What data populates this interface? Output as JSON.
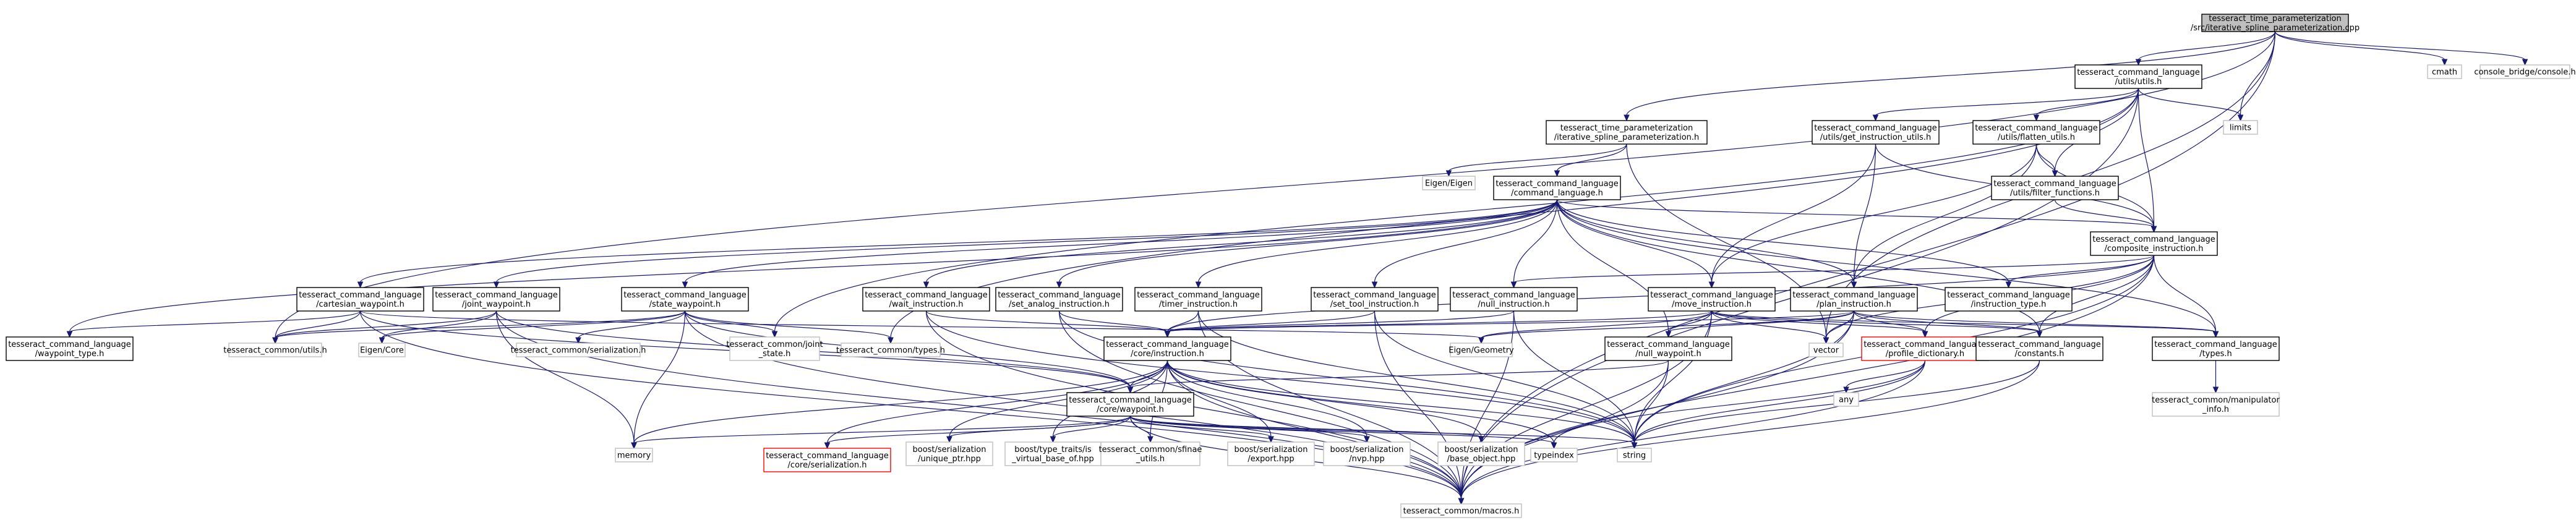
{
  "nodes": [
    {
      "id": "root",
      "lines": [
        "tesseract_time_parameterization",
        "/src/iterative_spline_parameterization.cpp"
      ],
      "style": "root"
    },
    {
      "id": "utils",
      "lines": [
        "tesseract_command_language",
        "/utils/utils.h"
      ],
      "style": "normal"
    },
    {
      "id": "cmath",
      "lines": [
        "cmath"
      ],
      "style": "ext"
    },
    {
      "id": "console",
      "lines": [
        "console_bridge/console.h"
      ],
      "style": "ext"
    },
    {
      "id": "isp",
      "lines": [
        "tesseract_time_parameterization",
        "/iterative_spline_parameterization.h"
      ],
      "style": "normal"
    },
    {
      "id": "get_instr",
      "lines": [
        "tesseract_command_language",
        "/utils/get_instruction_utils.h"
      ],
      "style": "normal"
    },
    {
      "id": "flatten",
      "lines": [
        "tesseract_command_language",
        "/utils/flatten_utils.h"
      ],
      "style": "normal"
    },
    {
      "id": "limits",
      "lines": [
        "limits"
      ],
      "style": "ext"
    },
    {
      "id": "filter",
      "lines": [
        "tesseract_command_language",
        "/utils/filter_functions.h"
      ],
      "style": "normal"
    },
    {
      "id": "eigen",
      "lines": [
        "Eigen/Eigen"
      ],
      "style": "ext"
    },
    {
      "id": "cmdlang",
      "lines": [
        "tesseract_command_language",
        "/command_language.h"
      ],
      "style": "normal"
    },
    {
      "id": "composite",
      "lines": [
        "tesseract_command_language",
        "/composite_instruction.h"
      ],
      "style": "normal"
    },
    {
      "id": "cartesian",
      "lines": [
        "tesseract_command_language",
        "/cartesian_waypoint.h"
      ],
      "style": "normal"
    },
    {
      "id": "joint",
      "lines": [
        "tesseract_command_language",
        "/joint_waypoint.h"
      ],
      "style": "normal"
    },
    {
      "id": "state",
      "lines": [
        "tesseract_command_language",
        "/state_waypoint.h"
      ],
      "style": "normal"
    },
    {
      "id": "wait",
      "lines": [
        "tesseract_command_language",
        "/wait_instruction.h"
      ],
      "style": "normal"
    },
    {
      "id": "set_analog",
      "lines": [
        "tesseract_command_language",
        "/set_analog_instruction.h"
      ],
      "style": "normal"
    },
    {
      "id": "timer",
      "lines": [
        "tesseract_command_language",
        "/timer_instruction.h"
      ],
      "style": "normal"
    },
    {
      "id": "set_tool",
      "lines": [
        "tesseract_command_language",
        "/set_tool_instruction.h"
      ],
      "style": "normal"
    },
    {
      "id": "null_instr",
      "lines": [
        "tesseract_command_language",
        "/null_instruction.h"
      ],
      "style": "normal"
    },
    {
      "id": "move",
      "lines": [
        "tesseract_command_language",
        "/move_instruction.h"
      ],
      "style": "normal"
    },
    {
      "id": "plan",
      "lines": [
        "tesseract_command_language",
        "/plan_instruction.h"
      ],
      "style": "normal"
    },
    {
      "id": "instr_type",
      "lines": [
        "tesseract_command_language",
        "/instruction_type.h"
      ],
      "style": "normal"
    },
    {
      "id": "waypoint_type",
      "lines": [
        "tesseract_command_language",
        "/waypoint_type.h"
      ],
      "style": "normal"
    },
    {
      "id": "common_utils",
      "lines": [
        "tesseract_common/utils.h"
      ],
      "style": "ext"
    },
    {
      "id": "eigen_core",
      "lines": [
        "Eigen/Core"
      ],
      "style": "ext"
    },
    {
      "id": "common_serial",
      "lines": [
        "tesseract_common/serialization.h"
      ],
      "style": "ext"
    },
    {
      "id": "joint_state",
      "lines": [
        "tesseract_common/joint",
        "_state.h"
      ],
      "style": "ext"
    },
    {
      "id": "common_types",
      "lines": [
        "tesseract_common/types.h"
      ],
      "style": "ext"
    },
    {
      "id": "core_instr",
      "lines": [
        "tesseract_command_language",
        "/core/instruction.h"
      ],
      "style": "normal"
    },
    {
      "id": "eigen_geom",
      "lines": [
        "Eigen/Geometry"
      ],
      "style": "ext"
    },
    {
      "id": "null_wp",
      "lines": [
        "tesseract_command_language",
        "/null_waypoint.h"
      ],
      "style": "normal"
    },
    {
      "id": "vector",
      "lines": [
        "vector"
      ],
      "style": "ext"
    },
    {
      "id": "profile",
      "lines": [
        "tesseract_command_language",
        "/profile_dictionary.h"
      ],
      "style": "red"
    },
    {
      "id": "constants",
      "lines": [
        "tesseract_command_language",
        "/constants.h"
      ],
      "style": "normal"
    },
    {
      "id": "types",
      "lines": [
        "tesseract_command_language",
        "/types.h"
      ],
      "style": "normal"
    },
    {
      "id": "manip",
      "lines": [
        "tesseract_common/manipulator",
        "_info.h"
      ],
      "style": "ext"
    },
    {
      "id": "any",
      "lines": [
        "any"
      ],
      "style": "ext"
    },
    {
      "id": "core_wp",
      "lines": [
        "tesseract_command_language",
        "/core/waypoint.h"
      ],
      "style": "normal"
    },
    {
      "id": "typeindex",
      "lines": [
        "typeindex"
      ],
      "style": "ext"
    },
    {
      "id": "memory",
      "lines": [
        "memory"
      ],
      "style": "ext"
    },
    {
      "id": "core_serial",
      "lines": [
        "tesseract_command_language",
        "/core/serialization.h"
      ],
      "style": "red"
    },
    {
      "id": "unique_ptr",
      "lines": [
        "boost/serialization",
        "/unique_ptr.hpp"
      ],
      "style": "ext"
    },
    {
      "id": "type_traits",
      "lines": [
        "boost/type_traits/is",
        "_virtual_base_of.hpp"
      ],
      "style": "ext"
    },
    {
      "id": "sfinae",
      "lines": [
        "tesseract_common/sfinae",
        "_utils.h"
      ],
      "style": "ext"
    },
    {
      "id": "export",
      "lines": [
        "boost/serialization",
        "/export.hpp"
      ],
      "style": "ext"
    },
    {
      "id": "nvp",
      "lines": [
        "boost/serialization",
        "/nvp.hpp"
      ],
      "style": "ext"
    },
    {
      "id": "base_object",
      "lines": [
        "boost/serialization",
        "/base_object.hpp"
      ],
      "style": "ext"
    },
    {
      "id": "string",
      "lines": [
        "string"
      ],
      "style": "ext"
    },
    {
      "id": "macros",
      "lines": [
        "tesseract_common/macros.h"
      ],
      "style": "ext"
    }
  ],
  "edges": [
    [
      "root",
      "utils"
    ],
    [
      "root",
      "cmath"
    ],
    [
      "root",
      "console"
    ],
    [
      "root",
      "isp"
    ],
    [
      "root",
      "limits"
    ],
    [
      "root",
      "common_utils"
    ],
    [
      "root",
      "vector"
    ],
    [
      "root",
      "macros"
    ],
    [
      "utils",
      "get_instr"
    ],
    [
      "utils",
      "flatten"
    ],
    [
      "utils",
      "filter"
    ],
    [
      "utils",
      "composite"
    ],
    [
      "utils",
      "limits"
    ],
    [
      "utils",
      "joint_state"
    ],
    [
      "utils",
      "common_types"
    ],
    [
      "utils",
      "macros"
    ],
    [
      "isp",
      "eigen"
    ],
    [
      "isp",
      "cmdlang"
    ],
    [
      "isp",
      "vector"
    ],
    [
      "get_instr",
      "composite"
    ],
    [
      "get_instr",
      "move"
    ],
    [
      "get_instr",
      "plan"
    ],
    [
      "flatten",
      "composite"
    ],
    [
      "flatten",
      "filter"
    ],
    [
      "flatten",
      "move"
    ],
    [
      "flatten",
      "plan"
    ],
    [
      "filter",
      "composite"
    ],
    [
      "cmdlang",
      "composite"
    ],
    [
      "cmdlang",
      "cartesian"
    ],
    [
      "cmdlang",
      "joint"
    ],
    [
      "cmdlang",
      "state"
    ],
    [
      "cmdlang",
      "wait"
    ],
    [
      "cmdlang",
      "set_analog"
    ],
    [
      "cmdlang",
      "timer"
    ],
    [
      "cmdlang",
      "set_tool"
    ],
    [
      "cmdlang",
      "null_instr"
    ],
    [
      "cmdlang",
      "move"
    ],
    [
      "cmdlang",
      "plan"
    ],
    [
      "cmdlang",
      "instr_type"
    ],
    [
      "cmdlang",
      "waypoint_type"
    ],
    [
      "cmdlang",
      "null_wp"
    ],
    [
      "cmdlang",
      "constants"
    ],
    [
      "cmdlang",
      "types"
    ],
    [
      "composite",
      "null_instr"
    ],
    [
      "composite",
      "instr_type"
    ],
    [
      "composite",
      "core_instr"
    ],
    [
      "composite",
      "profile"
    ],
    [
      "composite",
      "constants"
    ],
    [
      "composite",
      "types"
    ],
    [
      "composite",
      "vector"
    ],
    [
      "composite",
      "string"
    ],
    [
      "composite",
      "macros"
    ],
    [
      "cartesian",
      "waypoint_type"
    ],
    [
      "cartesian",
      "common_utils"
    ],
    [
      "cartesian",
      "eigen_geom"
    ],
    [
      "cartesian",
      "core_wp"
    ],
    [
      "cartesian",
      "macros"
    ],
    [
      "joint",
      "common_utils"
    ],
    [
      "joint",
      "eigen_core"
    ],
    [
      "joint",
      "core_wp"
    ],
    [
      "joint",
      "memory"
    ],
    [
      "joint",
      "macros"
    ],
    [
      "state",
      "common_utils"
    ],
    [
      "state",
      "eigen_core"
    ],
    [
      "state",
      "common_serial"
    ],
    [
      "state",
      "joint_state"
    ],
    [
      "state",
      "common_types"
    ],
    [
      "state",
      "core_wp"
    ],
    [
      "state",
      "memory"
    ],
    [
      "state",
      "macros"
    ],
    [
      "wait",
      "core_instr"
    ],
    [
      "wait",
      "string"
    ],
    [
      "wait",
      "macros"
    ],
    [
      "set_analog",
      "core_instr"
    ],
    [
      "set_analog",
      "string"
    ],
    [
      "set_analog",
      "macros"
    ],
    [
      "timer",
      "core_instr"
    ],
    [
      "timer",
      "string"
    ],
    [
      "timer",
      "macros"
    ],
    [
      "set_tool",
      "core_instr"
    ],
    [
      "set_tool",
      "string"
    ],
    [
      "set_tool",
      "macros"
    ],
    [
      "null_instr",
      "core_instr"
    ],
    [
      "null_instr",
      "string"
    ],
    [
      "null_instr",
      "macros"
    ],
    [
      "move",
      "core_instr"
    ],
    [
      "move",
      "null_wp"
    ],
    [
      "move",
      "vector"
    ],
    [
      "move",
      "profile"
    ],
    [
      "move",
      "constants"
    ],
    [
      "move",
      "types"
    ],
    [
      "move",
      "eigen_geom"
    ],
    [
      "move",
      "string"
    ],
    [
      "move",
      "macros"
    ],
    [
      "plan",
      "core_instr"
    ],
    [
      "plan",
      "null_wp"
    ],
    [
      "plan",
      "vector"
    ],
    [
      "plan",
      "profile"
    ],
    [
      "plan",
      "constants"
    ],
    [
      "plan",
      "types"
    ],
    [
      "plan",
      "eigen_geom"
    ],
    [
      "plan",
      "string"
    ],
    [
      "plan",
      "macros"
    ],
    [
      "types",
      "manip"
    ],
    [
      "core_instr",
      "core_wp"
    ],
    [
      "core_instr",
      "core_serial"
    ],
    [
      "core_instr",
      "unique_ptr"
    ],
    [
      "core_instr",
      "type_traits"
    ],
    [
      "core_instr",
      "sfinae"
    ],
    [
      "core_instr",
      "export"
    ],
    [
      "core_instr",
      "nvp"
    ],
    [
      "core_instr",
      "base_object"
    ],
    [
      "core_instr",
      "typeindex"
    ],
    [
      "core_instr",
      "memory"
    ],
    [
      "core_instr",
      "string"
    ],
    [
      "core_instr",
      "macros"
    ],
    [
      "null_wp",
      "core_wp"
    ],
    [
      "null_wp",
      "string"
    ],
    [
      "null_wp",
      "macros"
    ],
    [
      "profile",
      "any"
    ],
    [
      "profile",
      "typeindex"
    ],
    [
      "profile",
      "string"
    ],
    [
      "profile",
      "macros"
    ],
    [
      "constants",
      "string"
    ],
    [
      "constants",
      "macros"
    ],
    [
      "core_wp",
      "core_serial"
    ],
    [
      "core_wp",
      "unique_ptr"
    ],
    [
      "core_wp",
      "type_traits"
    ],
    [
      "core_wp",
      "sfinae"
    ],
    [
      "core_wp",
      "export"
    ],
    [
      "core_wp",
      "nvp"
    ],
    [
      "core_wp",
      "base_object"
    ],
    [
      "core_wp",
      "typeindex"
    ],
    [
      "core_wp",
      "memory"
    ],
    [
      "core_wp",
      "string"
    ],
    [
      "core_wp",
      "macros"
    ]
  ]
}
